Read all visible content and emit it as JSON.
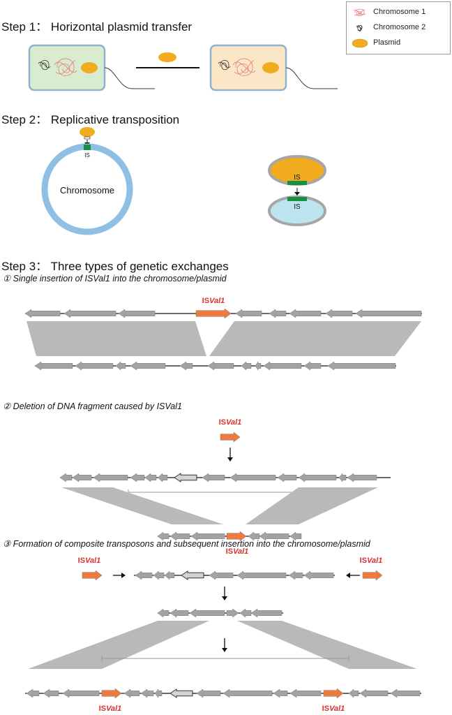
{
  "legend": {
    "chromosome1": "Chromosome 1",
    "chromosome2": "Chromosome 2",
    "plasmid": "Plasmid"
  },
  "step1": {
    "title": "Step 1： Horizontal plasmid transfer"
  },
  "step2": {
    "title": "Step 2： Replicative transposition",
    "chromosome_label": "Chromosome",
    "is_label": "IS"
  },
  "step3": {
    "title": "Step 3： Three types of genetic exchanges",
    "case1": {
      "caption": "① Single insertion of ISVal1 into the chromosome/plasmid"
    },
    "case2": {
      "caption": "② Deletion of DNA fragment caused by ISVal1"
    },
    "case3": {
      "caption": "③ Formation of composite transposons and subsequent insertion into the chromosome/plasmid"
    },
    "is_prefix": "IS",
    "is_name": "Val1"
  },
  "colors": {
    "gene": "#a3a3a4",
    "gene_stroke": "#7a7a7a",
    "isval1": "#ee7a3f",
    "is_label": "#d9312b",
    "chromosome_ring": "#8fc0e4",
    "plasmid": "#f1ab1e",
    "cell1": "#d9eccf",
    "cell2": "#fbe6c6",
    "is_element": "#17903f",
    "synteny": "#b9b9ba"
  }
}
